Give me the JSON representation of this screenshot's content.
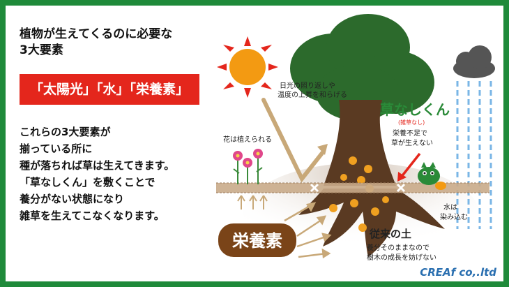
{
  "title": {
    "line1": "植物が生えてくるのに必要な",
    "line2": "3大要素"
  },
  "elements_banner": "「太陽光」「水」「栄養素」",
  "explanation": [
    "これらの3大要素が",
    "揃っている所に",
    "種が落ちれば草は生えてきます。",
    "「草なしくん」を敷くことで",
    "養分がない状態になり",
    "雑草を生えてこなくなります。"
  ],
  "diagram": {
    "sun_note_line1": "日光の照り返しや",
    "sun_note_line2": "温度の上昇を和らげる",
    "flower_note": "花は植えられる",
    "product_name": "草なしくん",
    "product_sub": "(雑草なし)",
    "product_note_line1": "栄養不足で",
    "product_note_line2": "草が生えない",
    "water_note_line1": "水は",
    "water_note_line2": "染み込む",
    "nutrient_label": "栄養素",
    "soil_label": "従来の土",
    "soil_note_line1": "養分そのままなので",
    "soil_note_line2": "樹木の成長を妨げない"
  },
  "brand": "CREAf co,.ltd",
  "colors": {
    "frame": "#1f8a3a",
    "banner": "#e4261c",
    "tree": "#2c6a2c",
    "trunk": "#5a3a22",
    "sun": "#f39a12",
    "nutrient": "#f0a020",
    "product": "#2a8a38"
  }
}
